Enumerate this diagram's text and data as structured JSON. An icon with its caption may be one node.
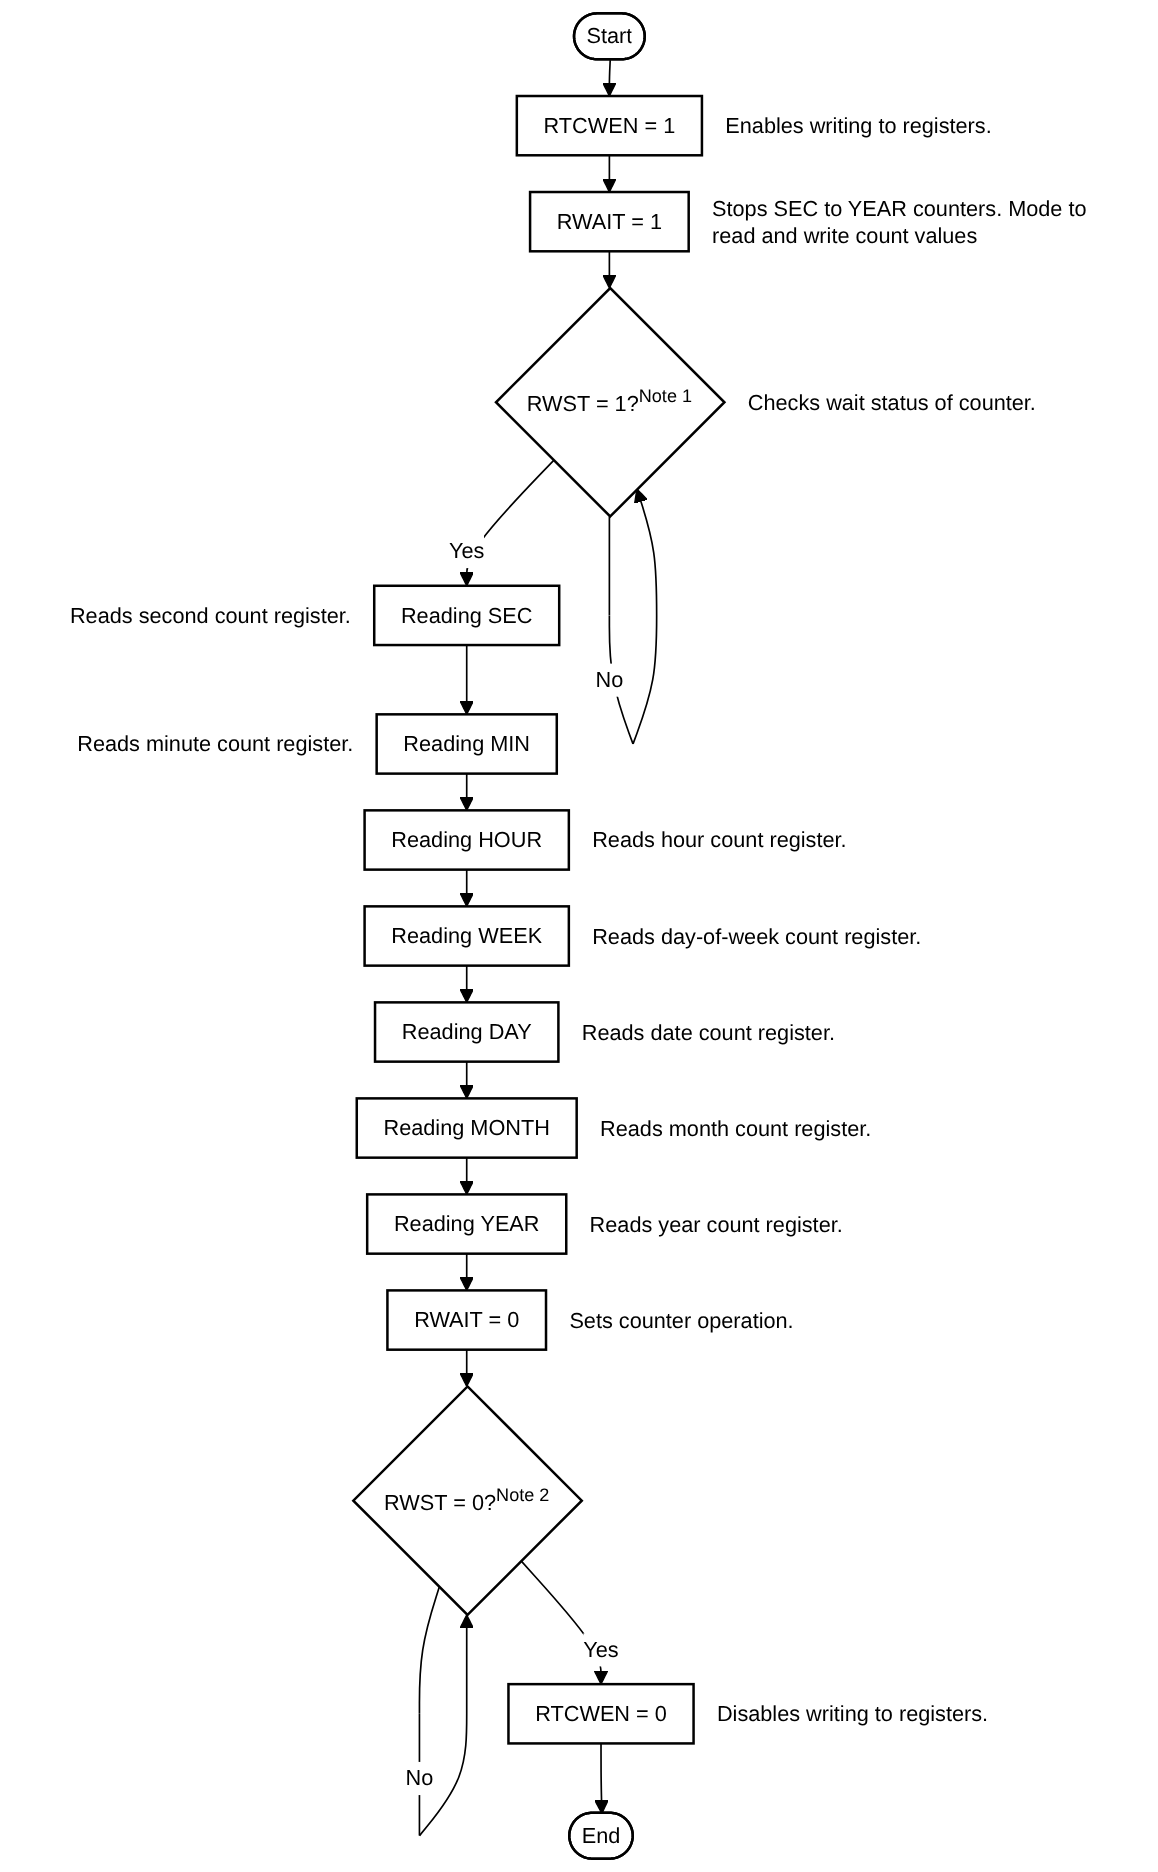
{
  "diagram": {
    "nodes": [
      {
        "text": [
          "Start"
        ]
      },
      {
        "text": [
          "RTCWEN = 1"
        ],
        "beside": [
          "Enables writing to registers."
        ]
      },
      {
        "text": [
          "RWAIT = 1"
        ],
        "beside": [
          "Stops SEC to YEAR counters. Mode to read and write count values"
        ]
      },
      {
        "text": [
          "RWST = 1?$^{Note 1}$"
        ],
        "beside": [
          "Checks wait status of counter."
        ]
      },
      {
        "text": [
          "Reading SEC"
        ],
        "beside": [
          "Reads second count register."
        ]
      },
      {
        "text": [
          "Reading MIN"
        ],
        "beside": [
          "Reads minute count register."
        ]
      },
      {
        "text": [
          "Reading HOUR"
        ],
        "beside": [
          "Reads hour count register."
        ]
      },
      {
        "text": [
          "Reading WEEK"
        ],
        "beside": [
          "Reads day-of-week count register."
        ]
      },
      {
        "text": [
          "Reading DAY"
        ],
        "beside": [
          "Reads date count register."
        ]
      },
      {
        "text": [
          "Reading MONTH"
        ],
        "beside": [
          "Reads month count register."
        ]
      },
      {
        "text": [
          "Reading YEAR"
        ],
        "beside": [
          "Reads year count register."
        ]
      },
      {
        "text": [
          "RWAIT = 0"
        ],
        "beside": [
          "Sets counter operation."
        ]
      },
      {
        "text": [
          "RWST = 0?$^{Note 2}$"
        ]
      },
      {
        "text": [
          "RTCWEN = 0"
        ],
        "beside": [
          "Disables writing to registers."
        ]
      },
      {
        "text": [
          "End"
        ]
      }
    ],
    "edges": [
      {
        "from": 0,
        "to": 1,
        "arrow": "to"
      },
      {
        "from": 1,
        "to": 2,
        "arrow": "to"
      },
      {
        "from": 2,
        "to": 3,
        "arrow": "to"
      },
      {
        "from": 3,
        "to": 3,
        "arrow": "to",
        "label": "No"
      },
      {
        "from": 3,
        "to": 4,
        "arrow": "to",
        "label": "Yes"
      },
      {
        "from": 4,
        "to": 5,
        "arrow": "to"
      },
      {
        "from": 5,
        "to": 6,
        "arrow": "to"
      },
      {
        "from": 6,
        "to": 7,
        "arrow": "to"
      },
      {
        "from": 7,
        "to": 8,
        "arrow": "to"
      },
      {
        "from": 8,
        "to": 9,
        "arrow": "to"
      },
      {
        "from": 9,
        "to": 10,
        "arrow": "to"
      },
      {
        "from": 10,
        "to": 11,
        "arrow": "to"
      },
      {
        "from": 11,
        "to": 12,
        "arrow": "to"
      },
      {
        "from": 12,
        "to": 12,
        "arrow": "to",
        "label": "No"
      },
      {
        "from": 12,
        "to": 13,
        "arrow": "to",
        "label": "Yes"
      },
      {
        "from": 13,
        "to": 14,
        "arrow": "to"
      }
    ]
  }
}
